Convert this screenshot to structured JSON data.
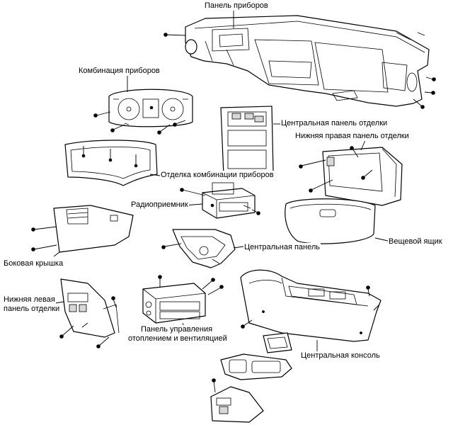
{
  "labels": {
    "instrument_panel": "Панель приборов",
    "instrument_cluster": "Комбинация приборов",
    "center_trim_panel": "Центральная панель отделки",
    "lower_right_trim_panel": "Нижняя правая панель отделки",
    "cluster_trim": "Отделка комбинации приборов",
    "radio": "Радиоприемник",
    "glove_box": "Вещевой ящик",
    "center_panel": "Центральная панель",
    "side_cover": "Боковая крышка",
    "lower_left_trim_panel_line1": "Нижняя левая",
    "lower_left_trim_panel_line2": "панель отделки",
    "heater_control_line1": "Панель управления",
    "heater_control_line2": "отоплением и вентиляцией",
    "center_console": "Центральная консоль"
  }
}
